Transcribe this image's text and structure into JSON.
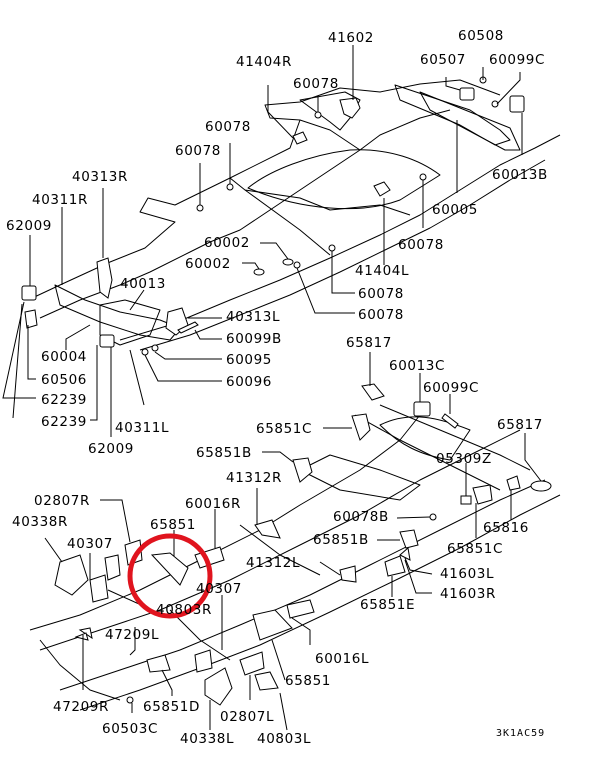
{
  "diagram": {
    "title": "Frame & Frame Mounting Parts",
    "code": "3K1AC59",
    "highlight_color": "#e0141e",
    "highlighted_part": "65851",
    "upper_frame_labels": [
      {
        "id": "41602",
        "text": "41602"
      },
      {
        "id": "60508",
        "text": "60508"
      },
      {
        "id": "60507",
        "text": "60507"
      },
      {
        "id": "60099C-top",
        "text": "60099C"
      },
      {
        "id": "41404R",
        "text": "41404R"
      },
      {
        "id": "60078-a",
        "text": "60078"
      },
      {
        "id": "60078-b",
        "text": "60078"
      },
      {
        "id": "60078-c",
        "text": "60078"
      },
      {
        "id": "60013B",
        "text": "60013B"
      },
      {
        "id": "40313R",
        "text": "40313R"
      },
      {
        "id": "60005",
        "text": "60005"
      },
      {
        "id": "40311R",
        "text": "40311R"
      },
      {
        "id": "62009-top",
        "text": "62009"
      },
      {
        "id": "60002-a",
        "text": "60002"
      },
      {
        "id": "60078-d",
        "text": "60078"
      },
      {
        "id": "60002-b",
        "text": "60002"
      },
      {
        "id": "41404L",
        "text": "41404L"
      },
      {
        "id": "40013",
        "text": "40013"
      },
      {
        "id": "60078-e",
        "text": "60078"
      },
      {
        "id": "60078-f",
        "text": "60078"
      },
      {
        "id": "40313L",
        "text": "40313L"
      },
      {
        "id": "60099B",
        "text": "60099B"
      },
      {
        "id": "60004",
        "text": "60004"
      },
      {
        "id": "60095",
        "text": "60095"
      },
      {
        "id": "60506",
        "text": "60506"
      },
      {
        "id": "60096",
        "text": "60096"
      },
      {
        "id": "62239-a",
        "text": "62239"
      },
      {
        "id": "62239-b",
        "text": "62239"
      },
      {
        "id": "40311L",
        "text": "40311L"
      },
      {
        "id": "62009-bottom",
        "text": "62009"
      }
    ],
    "lower_frame_labels": [
      {
        "id": "65817-a",
        "text": "65817"
      },
      {
        "id": "60013C",
        "text": "60013C"
      },
      {
        "id": "60099C-mid",
        "text": "60099C"
      },
      {
        "id": "65851C-a",
        "text": "65851C"
      },
      {
        "id": "65817-b",
        "text": "65817"
      },
      {
        "id": "65851B-a",
        "text": "65851B"
      },
      {
        "id": "05309Z",
        "text": "05309Z"
      },
      {
        "id": "41312R",
        "text": "41312R"
      },
      {
        "id": "02807R",
        "text": "02807R"
      },
      {
        "id": "60016R",
        "text": "60016R"
      },
      {
        "id": "40338R",
        "text": "40338R"
      },
      {
        "id": "65851-hl",
        "text": "65851"
      },
      {
        "id": "60078B",
        "text": "60078B"
      },
      {
        "id": "65816",
        "text": "65816"
      },
      {
        "id": "40307-a",
        "text": "40307"
      },
      {
        "id": "65851B-b",
        "text": "65851B"
      },
      {
        "id": "65851C-b",
        "text": "65851C"
      },
      {
        "id": "41312L",
        "text": "41312L"
      },
      {
        "id": "41603L",
        "text": "41603L"
      },
      {
        "id": "40307-b",
        "text": "40307"
      },
      {
        "id": "40803R",
        "text": "40803R"
      },
      {
        "id": "41603R",
        "text": "41603R"
      },
      {
        "id": "65851E",
        "text": "65851E"
      },
      {
        "id": "47209L",
        "text": "47209L"
      },
      {
        "id": "60016L",
        "text": "60016L"
      },
      {
        "id": "65851-b",
        "text": "65851"
      },
      {
        "id": "47209R",
        "text": "47209R"
      },
      {
        "id": "65851D",
        "text": "65851D"
      },
      {
        "id": "02807L",
        "text": "02807L"
      },
      {
        "id": "60503C",
        "text": "60503C"
      },
      {
        "id": "40338L",
        "text": "40338L"
      },
      {
        "id": "40803L",
        "text": "40803L"
      }
    ]
  }
}
